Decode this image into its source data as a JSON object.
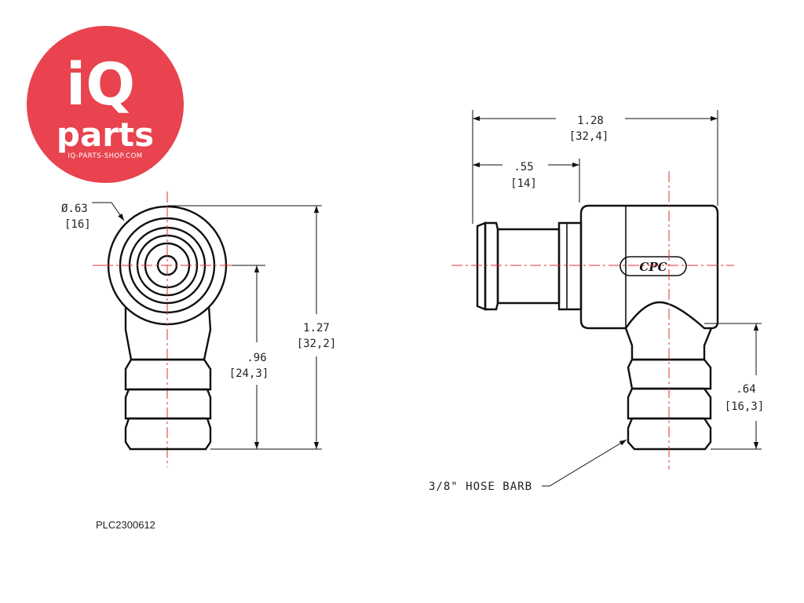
{
  "logo": {
    "brand_main": "iQ",
    "brand_sub": "parts",
    "website": "IQ-PARTS-SHOP.COM",
    "color": "#E8434E"
  },
  "front_view": {
    "diameter": "Ø.63",
    "diameter_mm": "[16]",
    "height_total": "1.27",
    "height_total_mm": "[32,2]",
    "height_center": ".96",
    "height_center_mm": "[24,3]"
  },
  "side_view": {
    "length_total": "1.28",
    "length_total_mm": "[32,4]",
    "length_insert": ".55",
    "length_insert_mm": "[14]",
    "height_barb": ".64",
    "height_barb_mm": "[16,3]",
    "body_marking": "CPC",
    "callout": "3/8\" HOSE BARB"
  },
  "part_number": "PLC2300612",
  "colors": {
    "centerline": "#E03030",
    "outline": "#111111"
  }
}
